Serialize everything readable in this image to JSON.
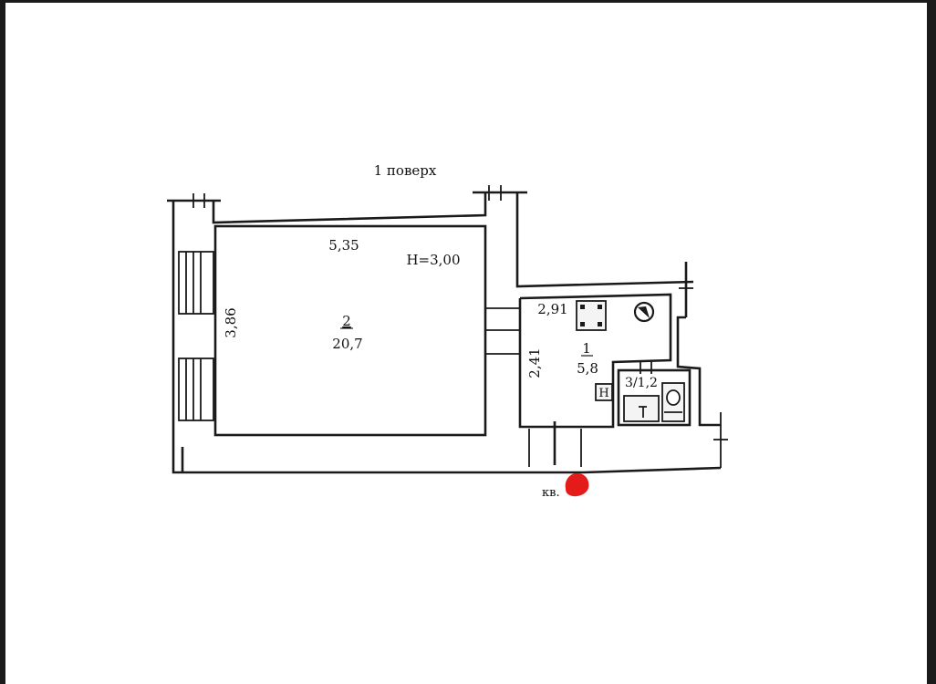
{
  "floor_label": "1 поверх",
  "ceiling_height": "Н=3,00",
  "rooms": [
    {
      "number": "2",
      "area": "20,7",
      "dim_width": "5,35",
      "dim_height": "3,86"
    },
    {
      "number": "1",
      "area": "5,8",
      "dim_width": "2,91",
      "dim_height": "2,41"
    },
    {
      "label": "3/1,2"
    }
  ],
  "fixture_marks": {
    "heater": "Н"
  },
  "apartment_label": "кв.",
  "colors": {
    "background": "#ffffff",
    "line": "#1a1a1a",
    "marker": "#e41b1b"
  }
}
